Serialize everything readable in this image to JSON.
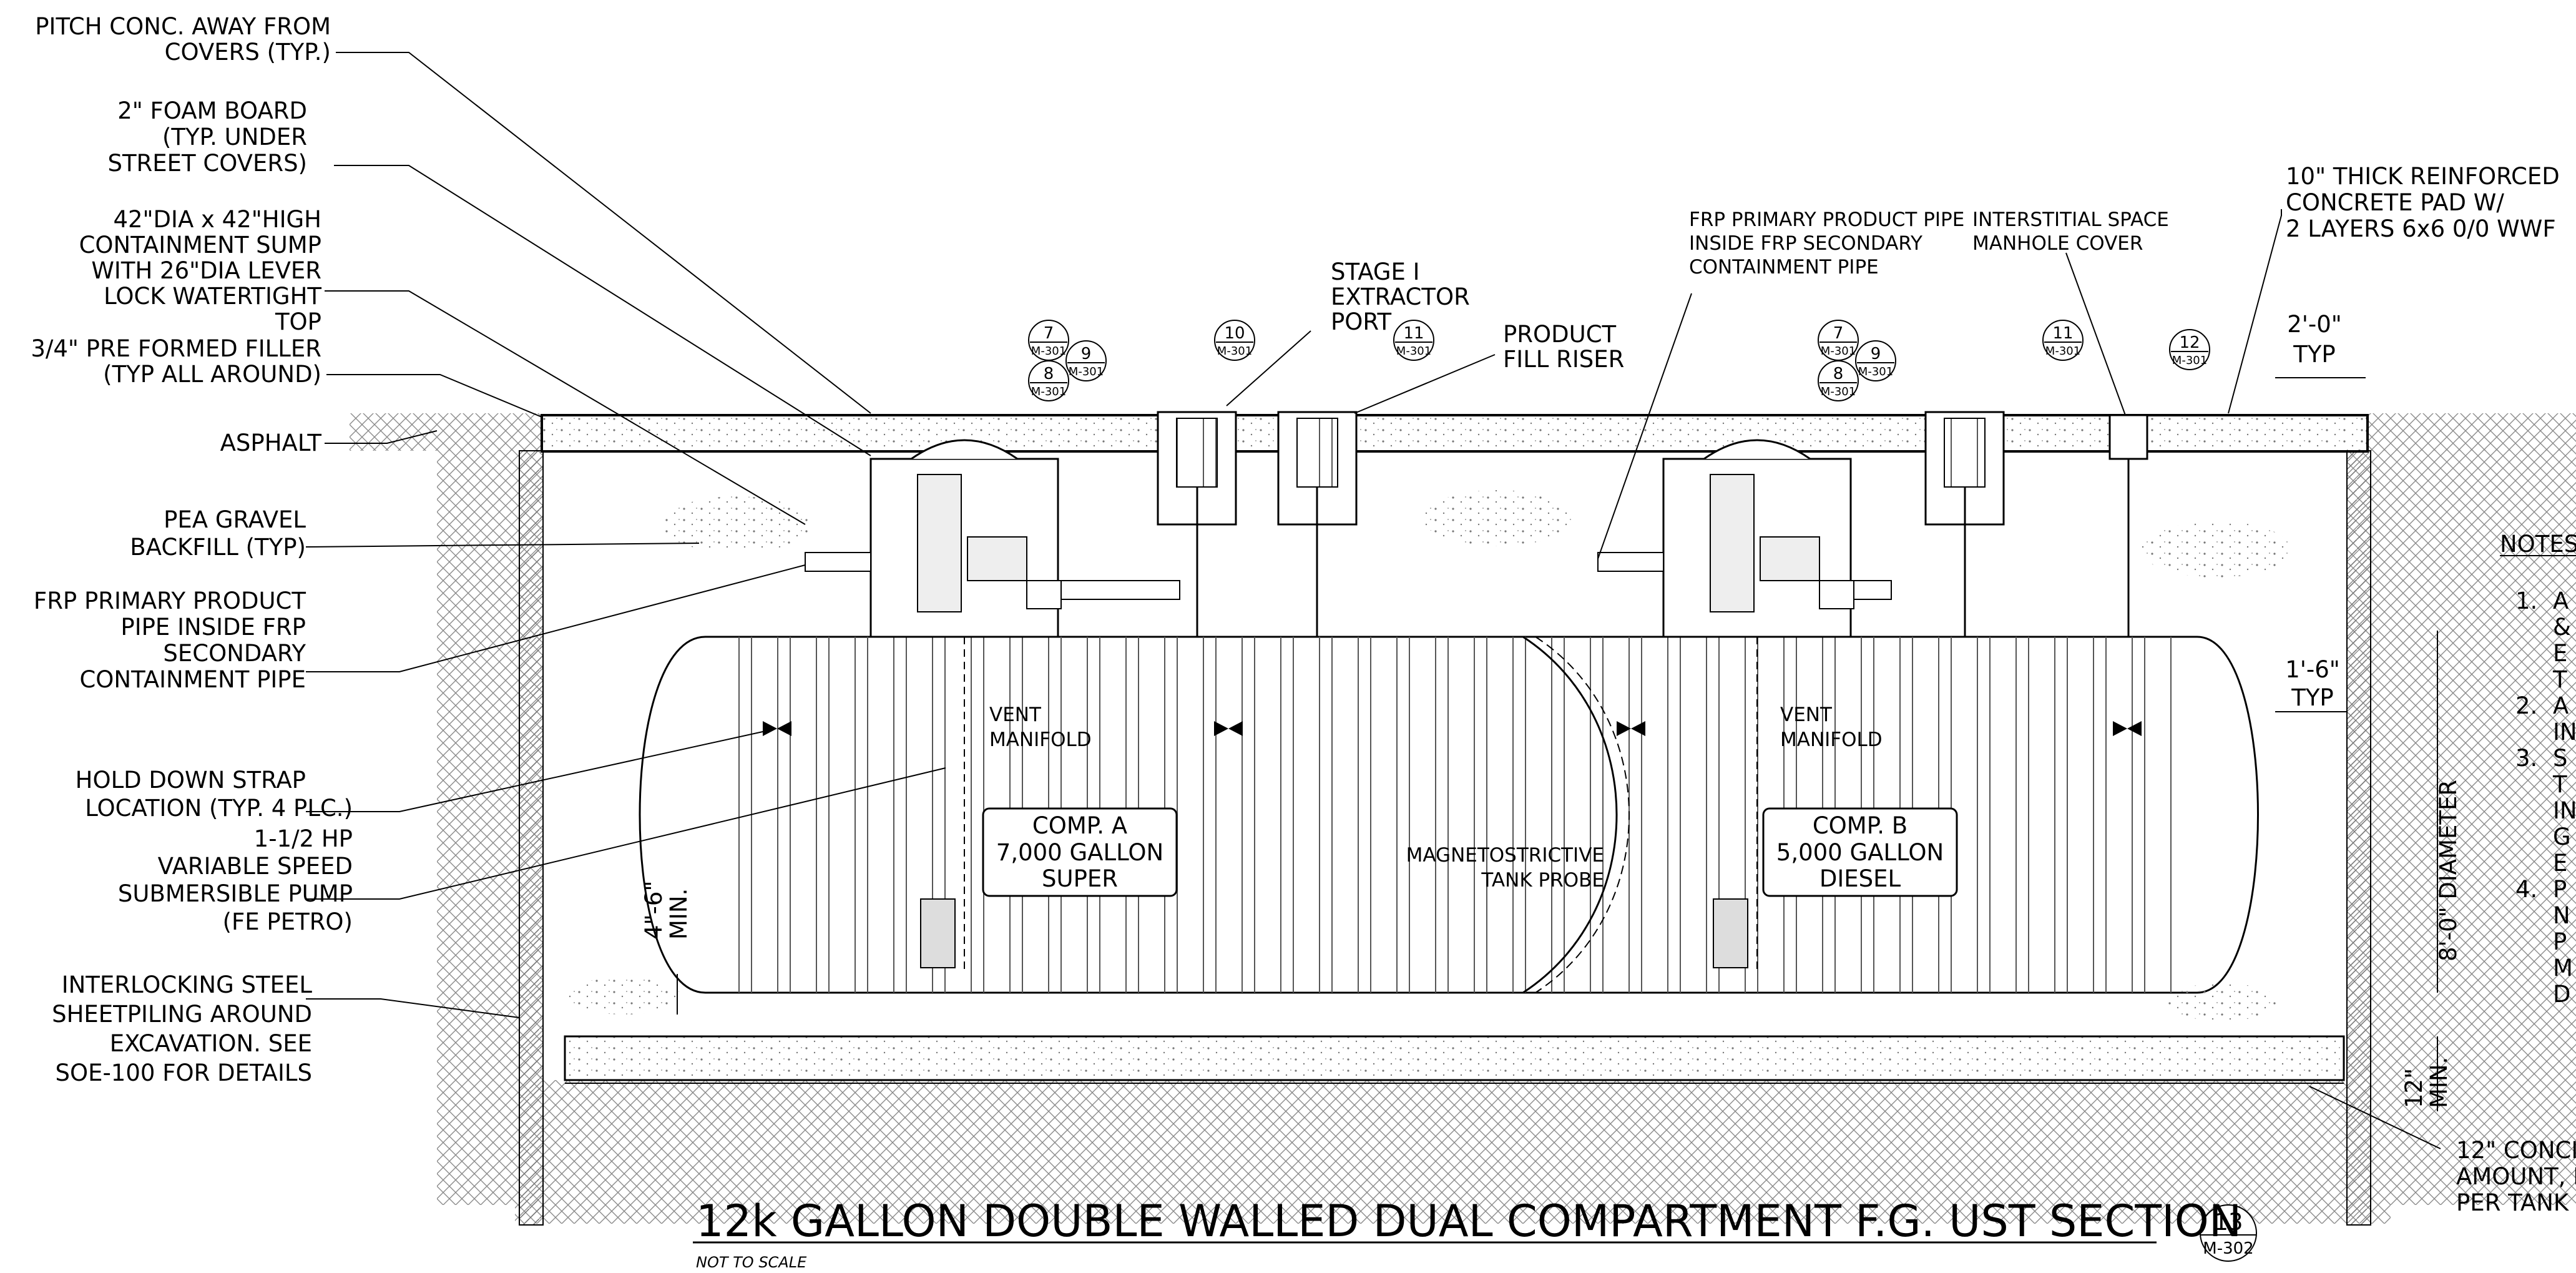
{
  "title": "12k GALLON DOUBLE WALLED DUAL COMPARTMENT F.G. UST SECTION",
  "subtitle": "NOT TO SCALE",
  "detail_callout": {
    "number": "13",
    "sheet": "M-302"
  },
  "left_labels": [
    [
      "PITCH CONC. AWAY FROM",
      "COVERS (TYP.)"
    ],
    [
      "2\" FOAM BOARD",
      "(TYP. UNDER",
      "STREET COVERS)"
    ],
    [
      "42\"DIA x 42\"HIGH",
      "CONTAINMENT SUMP",
      "WITH 26\"DIA LEVER",
      "LOCK WATERTIGHT",
      "TOP"
    ],
    [
      "3/4\" PRE FORMED FILLER",
      "(TYP ALL AROUND)"
    ],
    [
      "ASPHALT"
    ],
    [
      "PEA GRAVEL",
      "BACKFILL (TYP)"
    ],
    [
      "FRP PRIMARY PRODUCT",
      "PIPE INSIDE FRP",
      "SECONDARY",
      "CONTAINMENT PIPE"
    ],
    [
      "HOLD DOWN STRAP",
      "LOCATION (TYP. 4 PLC.)"
    ],
    [
      "1-1/2  HP",
      "VARIABLE SPEED",
      "SUBMERSIBLE PUMP",
      "(FE PETRO)"
    ],
    [
      "INTERLOCKING STEEL",
      "SHEETPILING AROUND",
      "EXCAVATION.  SEE",
      "SOE-100 FOR DETAILS"
    ]
  ],
  "top_labels": {
    "stage1": [
      "STAGE I",
      "EXTRACTOR",
      "PORT"
    ],
    "fill_riser": [
      "PRODUCT",
      "FILL RISER"
    ],
    "frp_pipe": [
      "FRP PRIMARY PRODUCT PIPE",
      "INSIDE FRP SECONDARY",
      "CONTAINMENT PIPE"
    ],
    "interstitial": [
      "INTERSTITIAL SPACE",
      "MANHOLE COVER"
    ],
    "concrete_pad": [
      "10\" THICK REINFORCED",
      "CONCRETE PAD W/",
      "2 LAYERS 6x6 0/0 WWF"
    ]
  },
  "tank_labels": {
    "vent_a": [
      "VENT",
      "MANIFOLD"
    ],
    "vent_b": [
      "VENT",
      "MANIFOLD"
    ],
    "probe": [
      "MAGNETOSTRICTIVE",
      "TANK PROBE"
    ],
    "comp_a": [
      "COMP. A",
      "7,000 GALLON",
      "SUPER"
    ],
    "comp_b": [
      "COMP. B",
      "5,000 GALLON",
      "DIESEL"
    ]
  },
  "dimensions": {
    "typ_2ft": [
      "2'-0\"",
      "TYP"
    ],
    "typ_1ft6": [
      "1'-6\"",
      "TYP"
    ],
    "diameter": "8'-0\"  DIAMETER",
    "min_46": [
      "4\"-6\"",
      "MIN."
    ],
    "min_12": [
      "12\"",
      "MIN."
    ]
  },
  "bubbles": {
    "b7a": [
      "7",
      "M-301"
    ],
    "b9a": [
      "9",
      "M-301"
    ],
    "b8a": [
      "8",
      "M-301"
    ],
    "b10": [
      "10",
      "M-301"
    ],
    "b11a": [
      "11",
      "M-301"
    ],
    "b7b": [
      "7",
      "M-301"
    ],
    "b9b": [
      "9",
      "M-301"
    ],
    "b8b": [
      "8",
      "M-301"
    ],
    "b11b": [
      "11",
      "M-301"
    ],
    "b12": [
      "12",
      "M-301"
    ]
  },
  "notes_header": "NOTES",
  "notes_items": [
    [
      "1.",
      "A",
      "&",
      "E",
      "T"
    ],
    [
      "2.",
      "A",
      "IN"
    ],
    [
      "3.",
      "S",
      "T",
      "IN",
      "G",
      "E"
    ],
    [
      "4.",
      "P",
      "N",
      "P",
      "M",
      "D"
    ]
  ],
  "bottom_right_label": [
    "12\" CONCI",
    "AMOUNT, I",
    "PER TANK"
  ]
}
